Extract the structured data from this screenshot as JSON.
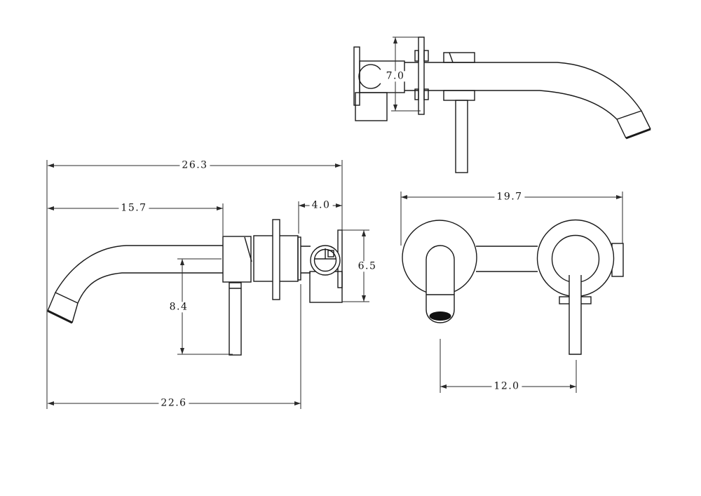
{
  "page": {
    "background": "#ffffff",
    "line_color": "#1a1a1a"
  },
  "drawing_type": "faucet-orthographic-views",
  "views": {
    "top": {
      "dimensions": {
        "plate_height": "7.0"
      }
    },
    "side": {
      "dimensions": {
        "total_depth": "26.3",
        "spout_reach": "15.7",
        "inwall_depth": "4.0",
        "body_height": "6.5",
        "handle_drop": "8.4",
        "tip_to_body": "22.6"
      }
    },
    "front": {
      "dimensions": {
        "overall_width": "19.7",
        "spout_to_handle": "12.0"
      }
    }
  }
}
